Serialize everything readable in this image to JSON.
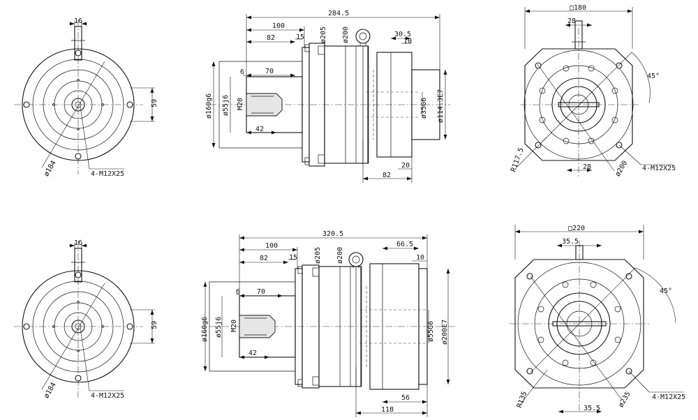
{
  "top_row": {
    "front_view": {
      "width": "16",
      "height": "59",
      "diameter": "ø184",
      "bolts": "4-M12X25"
    },
    "side_view": {
      "overall": "284.5",
      "d100": "100",
      "d82": "82",
      "d15": "15",
      "d205": "ø205",
      "d200": "ø200",
      "d30_5": "30.5",
      "d10": "10",
      "d160": "ø160g6",
      "d55": "ø55j6",
      "d6": "6",
      "d70": "70",
      "m20": "M20",
      "d42": "42",
      "d35": "ø35G6",
      "d114": "ø114.3E7",
      "d20": "20",
      "d82b": "82"
    },
    "rear_view": {
      "square": "□180",
      "d28": "28",
      "angle": "45°",
      "radius": "R117.5",
      "d28b": "28",
      "dia": "ø200",
      "bolts": "4-M12X25"
    }
  },
  "bottom_row": {
    "front_view": {
      "width": "16",
      "height": "59",
      "diameter": "ø184",
      "bolts": "4-M12X25"
    },
    "side_view": {
      "overall": "320.5",
      "d100": "100",
      "d82": "82",
      "d15": "15",
      "d205": "ø205",
      "d200": "ø200",
      "d66_5": "66.5",
      "d10": "10",
      "d160": "ø160g6",
      "d55": "ø55j6",
      "d6": "6",
      "d70": "70",
      "m20": "M20",
      "d42": "42",
      "d55b": "ø55G6",
      "d200b": "ø200E7",
      "d56": "56",
      "d118": "118"
    },
    "rear_view": {
      "square": "□220",
      "d35_5": "35.5",
      "angle": "45°",
      "radius": "R135",
      "d35_5b": "35.5",
      "dia": "ø235",
      "bolts": "4-M12X25"
    }
  }
}
